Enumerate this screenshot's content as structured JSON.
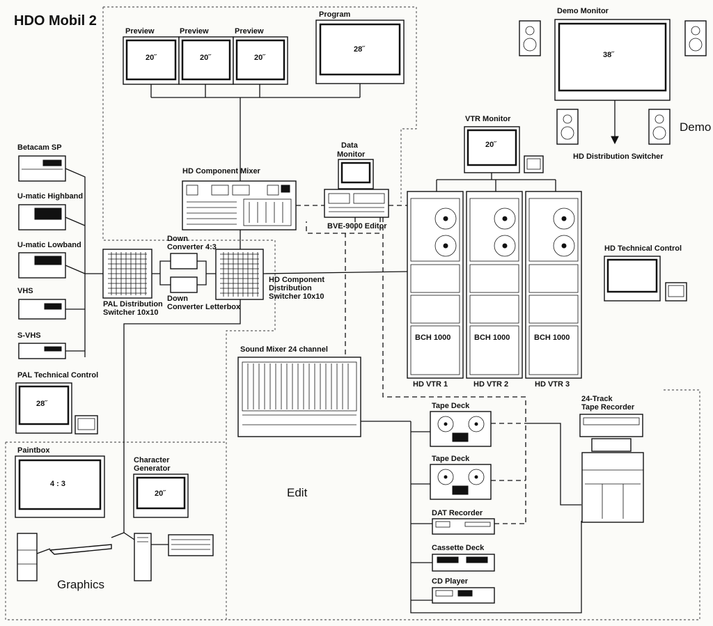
{
  "title": "HDO Mobil 2",
  "monitors": {
    "preview_label": "Preview",
    "preview_size": "20˝",
    "program_label": "Program",
    "program_size": "28˝",
    "demo_monitor_label": "Demo Monitor",
    "demo_size": "38˝",
    "vtr_monitor_label": "VTR Monitor",
    "vtr_monitor_size": "20˝",
    "data_monitor_line1": "Data",
    "data_monitor_line2": "Monitor"
  },
  "areas": {
    "demo": "Demo",
    "edit": "Edit",
    "graphics": "Graphics"
  },
  "devices": {
    "hd_distribution_switcher": "HD Distribution Switcher",
    "hd_component_mixer": "HD Component Mixer",
    "bve_editor": "BVE-9000 Editor",
    "hd_technical_control": "HD Technical Control",
    "betacam": "Betacam SP",
    "umatic_high": "U-matic Highband",
    "umatic_low": "U-matic Lowband",
    "vhs": "VHS",
    "svhs": "S-VHS",
    "pal_technical_control": "PAL Technical Control",
    "pal_tc_size": "28˝",
    "pal_switcher_line1": "PAL Distribution",
    "pal_switcher_line2": "Switcher 10x10",
    "down_conv_43_line1": "Down",
    "down_conv_43_line2": "Converter 4:3",
    "down_conv_lb_line1": "Down",
    "down_conv_lb_line2": "Converter Letterbox",
    "hd_comp_switcher_line1": "HD Component",
    "hd_comp_switcher_line2": "Distribution",
    "hd_comp_switcher_line3": "Switcher 10x10",
    "sound_mixer": "Sound Mixer 24 channel",
    "vtr_model": "BCH 1000",
    "vtr1": "HD VTR 1",
    "vtr2": "HD VTR 2",
    "vtr3": "HD VTR 3",
    "tape_deck_1": "Tape Deck",
    "tape_deck_2": "Tape Deck",
    "dat_recorder": "DAT Recorder",
    "cassette_deck": "Cassette Deck",
    "cd_player": "CD Player",
    "tape_recorder_line1": "24-Track",
    "tape_recorder_line2": "Tape Recorder",
    "paintbox": "Paintbox",
    "paintbox_aspect": "4 : 3",
    "char_gen_line1": "Character",
    "char_gen_line2": "Generator",
    "char_gen_size": "20˝"
  }
}
